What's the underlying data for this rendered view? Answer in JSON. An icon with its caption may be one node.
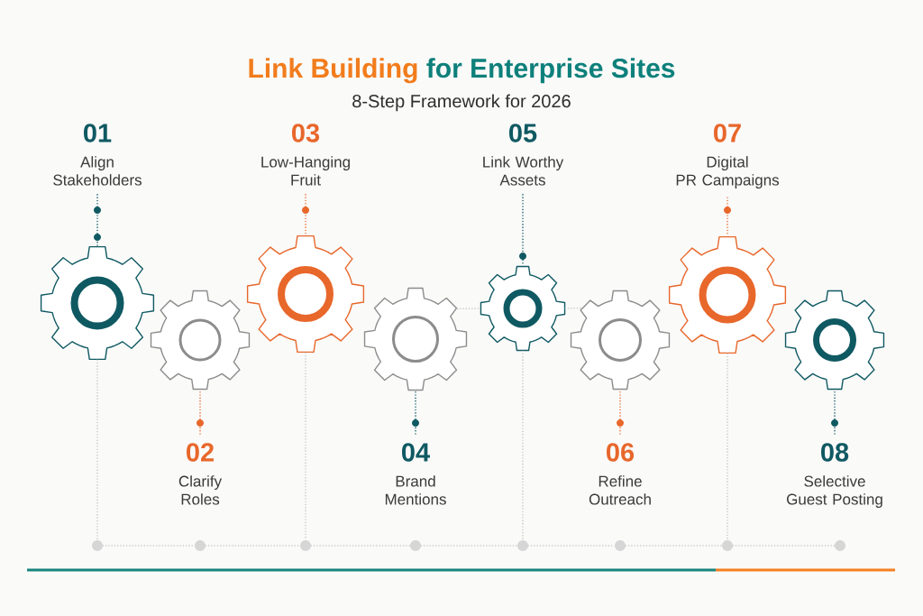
{
  "diagram": {
    "title": "Link Building for Enterprise Sites",
    "nodes": [
      {
        "text": [
          "01",
          "Align Stakeholders"
        ]
      },
      {
        "text": [
          "02",
          "Clarify Roles"
        ]
      },
      {
        "text": [
          "03",
          "Low-Hanging Fruit"
        ]
      },
      {
        "text": [
          "04",
          "Brand Mentions"
        ]
      },
      {
        "text": [
          "05",
          "Link Worthy Assets"
        ]
      },
      {
        "text": [
          "06",
          "Refine Outreach"
        ]
      },
      {
        "text": [
          "07",
          "Digital PR Campaigns"
        ]
      },
      {
        "text": [
          "08",
          "Selective Guest Posting"
        ]
      },
      {
        "text": [],
        "shape": "gear"
      },
      {
        "text": [],
        "shape": "gear"
      },
      {
        "text": [],
        "shape": "gear"
      },
      {
        "text": [],
        "shape": "gear"
      },
      {
        "text": [],
        "shape": "gear"
      },
      {
        "text": [],
        "shape": "gear"
      },
      {
        "text": [],
        "shape": "gear"
      },
      {
        "text": [],
        "shape": "gear"
      },
      {
        "text": [],
        "shape": "circle"
      },
      {
        "text": [],
        "shape": "circle"
      },
      {
        "text": [],
        "shape": "circle"
      },
      {
        "text": [],
        "shape": "circle"
      },
      {
        "text": [],
        "shape": "circle"
      },
      {
        "text": [],
        "shape": "circle"
      },
      {
        "text": [],
        "shape": "circle"
      },
      {
        "text": [],
        "shape": "circle"
      }
    ],
    "edges": [
      {
        "from": 0,
        "to": 8,
        "arrow": "none",
        "style": "dashed",
        "color": "#0f5962"
      },
      {
        "from": 1,
        "to": 9,
        "arrow": "none",
        "style": "dashed",
        "color": "#e8672b"
      },
      {
        "from": 2,
        "to": 10,
        "arrow": "none",
        "style": "dashed",
        "color": "#e8672b"
      },
      {
        "from": 3,
        "to": 11,
        "arrow": "none",
        "style": "dashed",
        "color": "#0f5962"
      },
      {
        "from": 4,
        "to": 12,
        "arrow": "none",
        "style": "dashed",
        "color": "#0f5962"
      },
      {
        "from": 5,
        "to": 13,
        "arrow": "none",
        "style": "dashed",
        "color": "#e8672b"
      },
      {
        "from": 6,
        "to": 14,
        "arrow": "none",
        "style": "dashed",
        "color": "#e8672b"
      },
      {
        "from": 7,
        "to": 15,
        "arrow": "none",
        "style": "dashed",
        "color": "#0f5962"
      },
      {
        "from": 8,
        "to": 16,
        "arrow": "none",
        "style": "dashed"
      },
      {
        "from": 10,
        "to": 18,
        "arrow": "none",
        "style": "dashed"
      },
      {
        "from": 12,
        "to": 20,
        "arrow": "none",
        "style": "dashed"
      },
      {
        "from": 14,
        "to": 22,
        "arrow": "none",
        "style": "dashed"
      },
      {
        "from": 16,
        "to": 17,
        "arrow": "none",
        "style": "dashed"
      },
      {
        "from": 17,
        "to": 18,
        "arrow": "none",
        "style": "dashed"
      },
      {
        "from": 18,
        "to": 19,
        "arrow": "none",
        "style": "dashed"
      },
      {
        "from": 19,
        "to": 20,
        "arrow": "none",
        "style": "dashed"
      },
      {
        "from": 20,
        "to": 21,
        "arrow": "none",
        "style": "dashed"
      },
      {
        "from": 21,
        "to": 22,
        "arrow": "none",
        "style": "dashed"
      },
      {
        "from": 22,
        "to": 23,
        "arrow": "none",
        "style": "dashed"
      },
      {
        "from": 11,
        "to": 12,
        "arrow": "none",
        "style": "dashed"
      },
      {
        "from": 12,
        "to": 13,
        "arrow": "none",
        "style": "dashed"
      }
    ],
    "labels": [
      "8-Step Framework for 2026"
    ]
  }
}
